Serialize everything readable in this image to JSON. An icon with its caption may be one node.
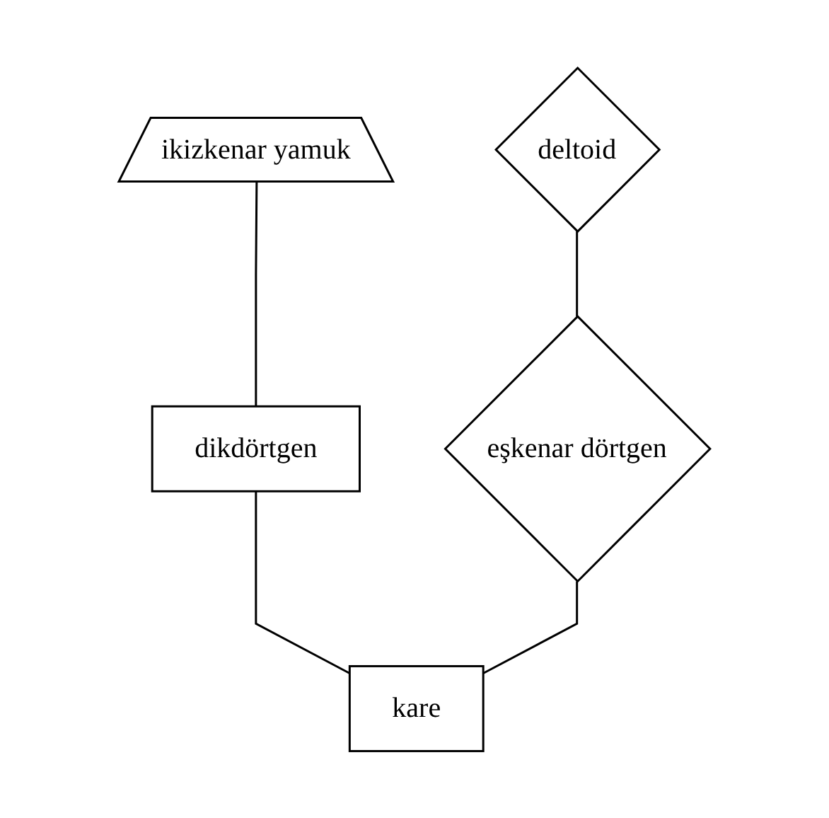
{
  "diagram": {
    "nodes": [
      {
        "text": [
          "ikizkenar yamuk"
        ]
      },
      {
        "text": [
          "deltoid"
        ]
      },
      {
        "text": [
          "dikdörtgen"
        ]
      },
      {
        "text": [
          "eşkenar dörtgen"
        ]
      },
      {
        "text": [
          "kare"
        ]
      }
    ],
    "edges": [
      {
        "from": 0,
        "to": 2,
        "arrow": "none"
      },
      {
        "from": 1,
        "to": 3,
        "arrow": "none"
      },
      {
        "from": 2,
        "to": 4,
        "arrow": "none"
      },
      {
        "from": 3,
        "to": 4,
        "arrow": "none"
      }
    ]
  }
}
